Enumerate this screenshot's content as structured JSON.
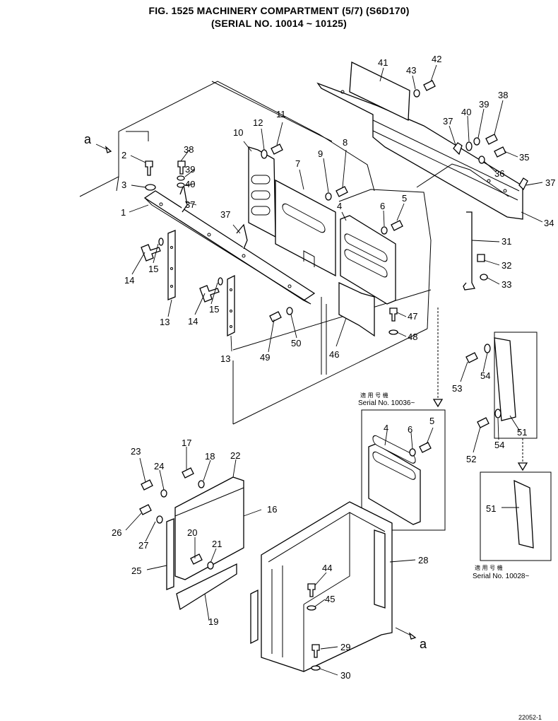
{
  "header": {
    "title_line1": "FIG. 1525   MACHINERY COMPARTMENT (5/7) (S6D170)",
    "title_line2": "(SERIAL NO. 10014 ~ 10125)"
  },
  "callouts": {
    "c1": "1",
    "c2": "2",
    "c3": "3",
    "c4": "4",
    "c5": "5",
    "c6": "6",
    "c7": "7",
    "c8": "8",
    "c9": "9",
    "c10": "10",
    "c11": "11",
    "c12": "12",
    "c13a": "13",
    "c13b": "13",
    "c14a": "14",
    "c14b": "14",
    "c15a": "15",
    "c15b": "15",
    "c16": "16",
    "c17": "17",
    "c18": "18",
    "c19": "19",
    "c20": "20",
    "c21": "21",
    "c22": "22",
    "c23": "23",
    "c24": "24",
    "c25": "25",
    "c26": "26",
    "c27": "27",
    "c28": "28",
    "c29": "29",
    "c30": "30",
    "c31": "31",
    "c32": "32",
    "c33": "33",
    "c34": "34",
    "c35": "35",
    "c36": "36",
    "c37a": "37",
    "c37b": "37",
    "c37c": "37",
    "c37d": "37",
    "c38a": "38",
    "c38b": "38",
    "c39a": "39",
    "c39b": "39",
    "c40a": "40",
    "c40b": "40",
    "c41": "41",
    "c42": "42",
    "c43": "43",
    "c44": "44",
    "c45": "45",
    "c46": "46",
    "c47": "47",
    "c48": "48",
    "c49": "49",
    "c50": "50",
    "c51a": "51",
    "c51b": "51",
    "c52": "52",
    "c53": "53",
    "c54a": "54",
    "c54b": "54",
    "c4b": "4",
    "c5b": "5",
    "c6b": "6",
    "ref_a_top": "a",
    "ref_a_bottom": "a"
  },
  "notes": {
    "inset1_jp": "適 用 号 機",
    "inset1_serial": "Serial No. 10036~",
    "inset2_jp": "適 用 号 機",
    "inset2_serial": "Serial No. 10028~"
  },
  "corner_code": "22052-1"
}
